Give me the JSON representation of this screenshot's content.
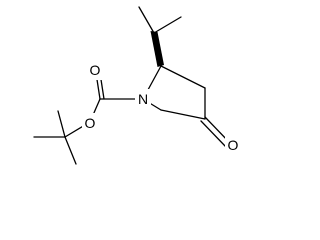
{
  "molecule": {
    "atom_labels": {
      "ring_nitrogen": "N",
      "ester_oxygen": "O",
      "carbonyl_oxygen_carbamate": "O",
      "ketone_oxygen": "O"
    },
    "colors": {
      "bond": "#000000",
      "text": "#000000",
      "background": "#ffffff"
    }
  }
}
